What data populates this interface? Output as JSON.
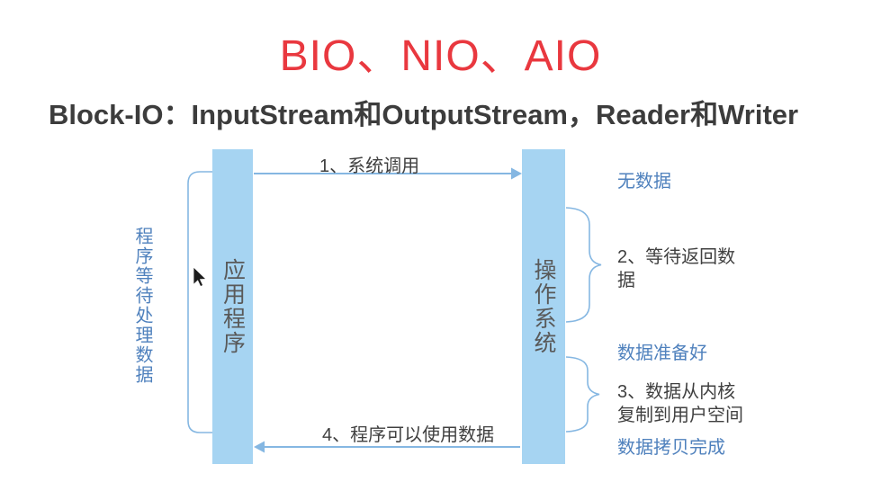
{
  "title": "BIO、NIO、AIO",
  "subtitle": "Block-IO：InputStream和OutputStream，Reader和Writer",
  "diagram": {
    "bars": {
      "application": "应用程序",
      "os": "操作系统"
    },
    "arrows": {
      "step1": "1、系统调用",
      "step4": "4、程序可以使用数据"
    },
    "left_note": "程序等待处理数据",
    "right_notes": {
      "no_data": "无数据",
      "step2": "2、等待返回数据",
      "data_ready": "数据准备好",
      "step3": "3、数据从内核复制到用户空间",
      "copy_done": "数据拷贝完成"
    },
    "colors": {
      "title_red": "#e9383f",
      "bar_blue": "#a6d4f2",
      "line_blue": "#85b7e2",
      "note_blue": "#4f81bd",
      "text_dark": "#404040",
      "cursor_black": "#1c1c1c"
    }
  }
}
